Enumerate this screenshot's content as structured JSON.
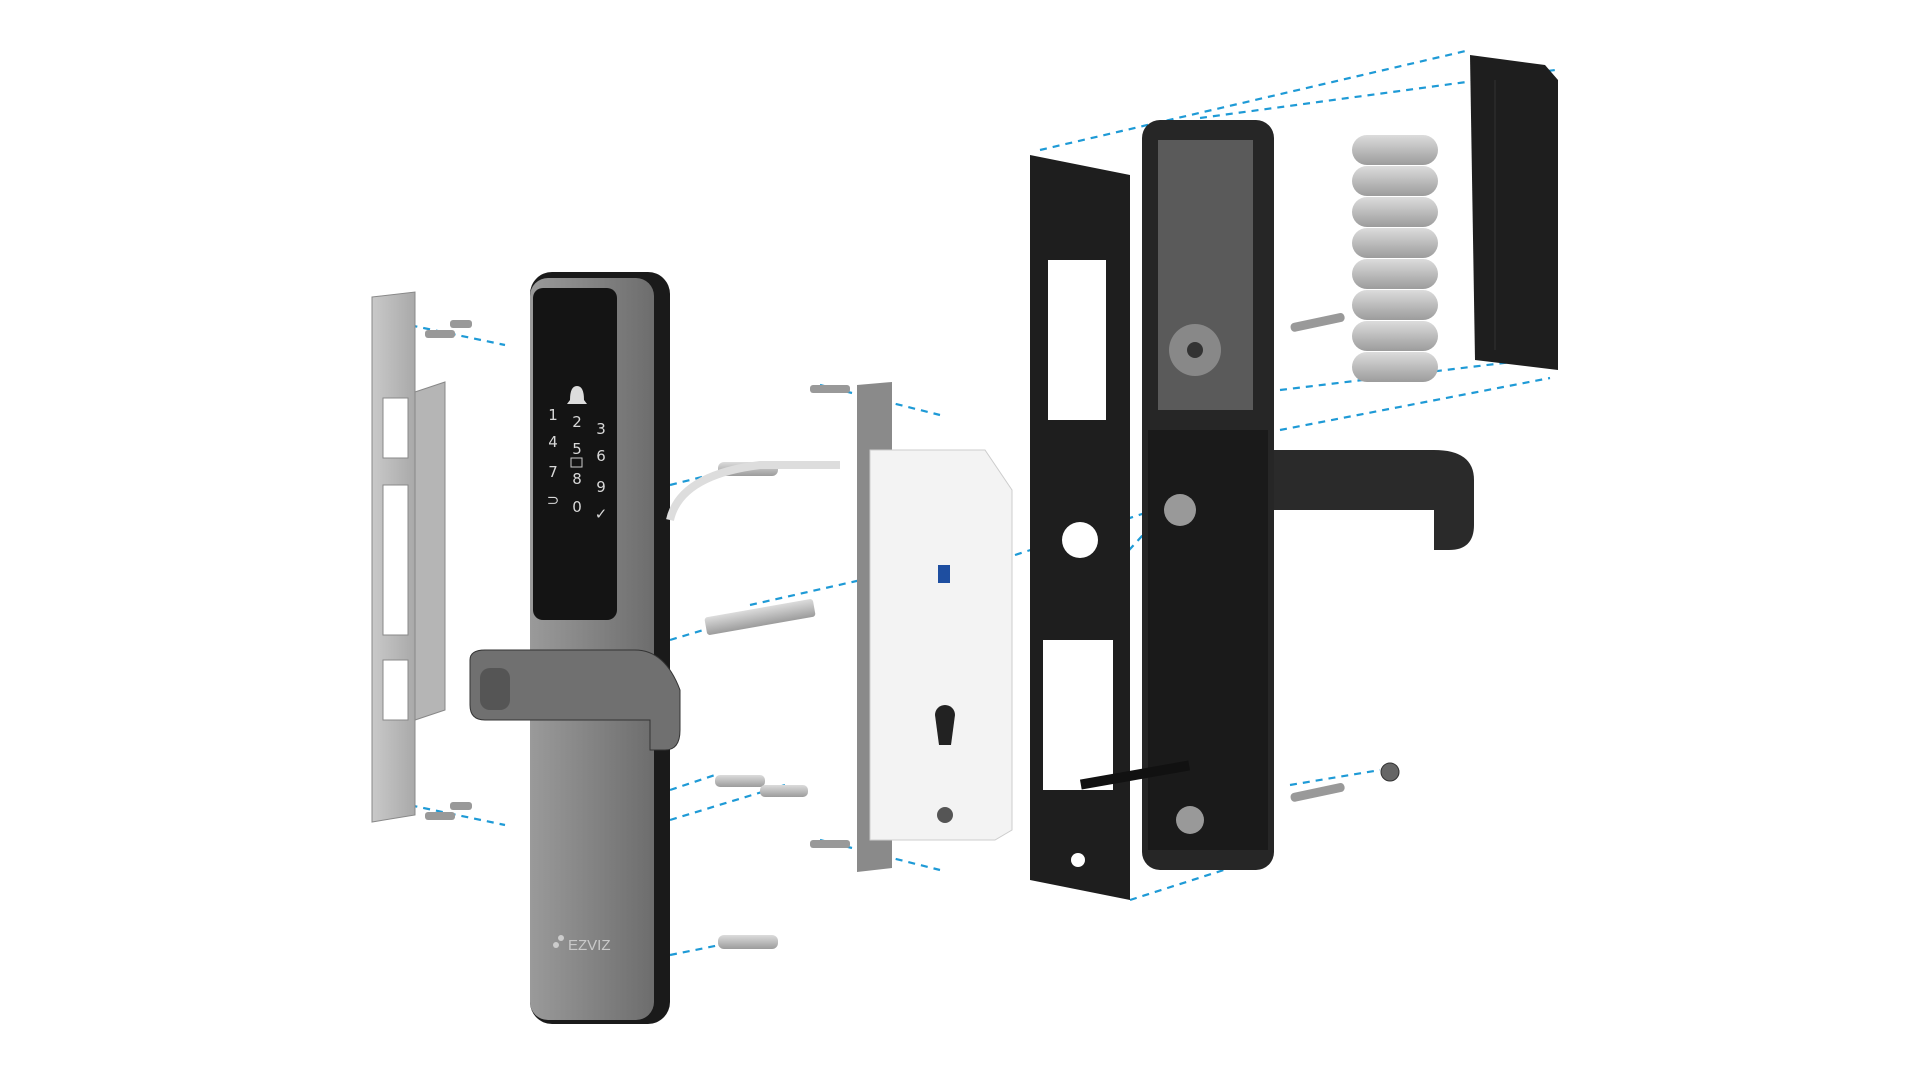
{
  "keypad": {
    "keys": [
      "1",
      "2",
      "3",
      "4",
      "5",
      "6",
      "7",
      "8",
      "9",
      "⊃",
      "0",
      "✓"
    ],
    "bell_icon": "bell-icon",
    "card_icon": "card-icon"
  },
  "brand": {
    "logo_text": "EZVIZ"
  },
  "colors": {
    "guide_line": "#1e9ad6",
    "panel_dark": "#1b1b1b",
    "panel_metal": "#8a8a8a",
    "mortise_body": "#f2f2f2"
  }
}
